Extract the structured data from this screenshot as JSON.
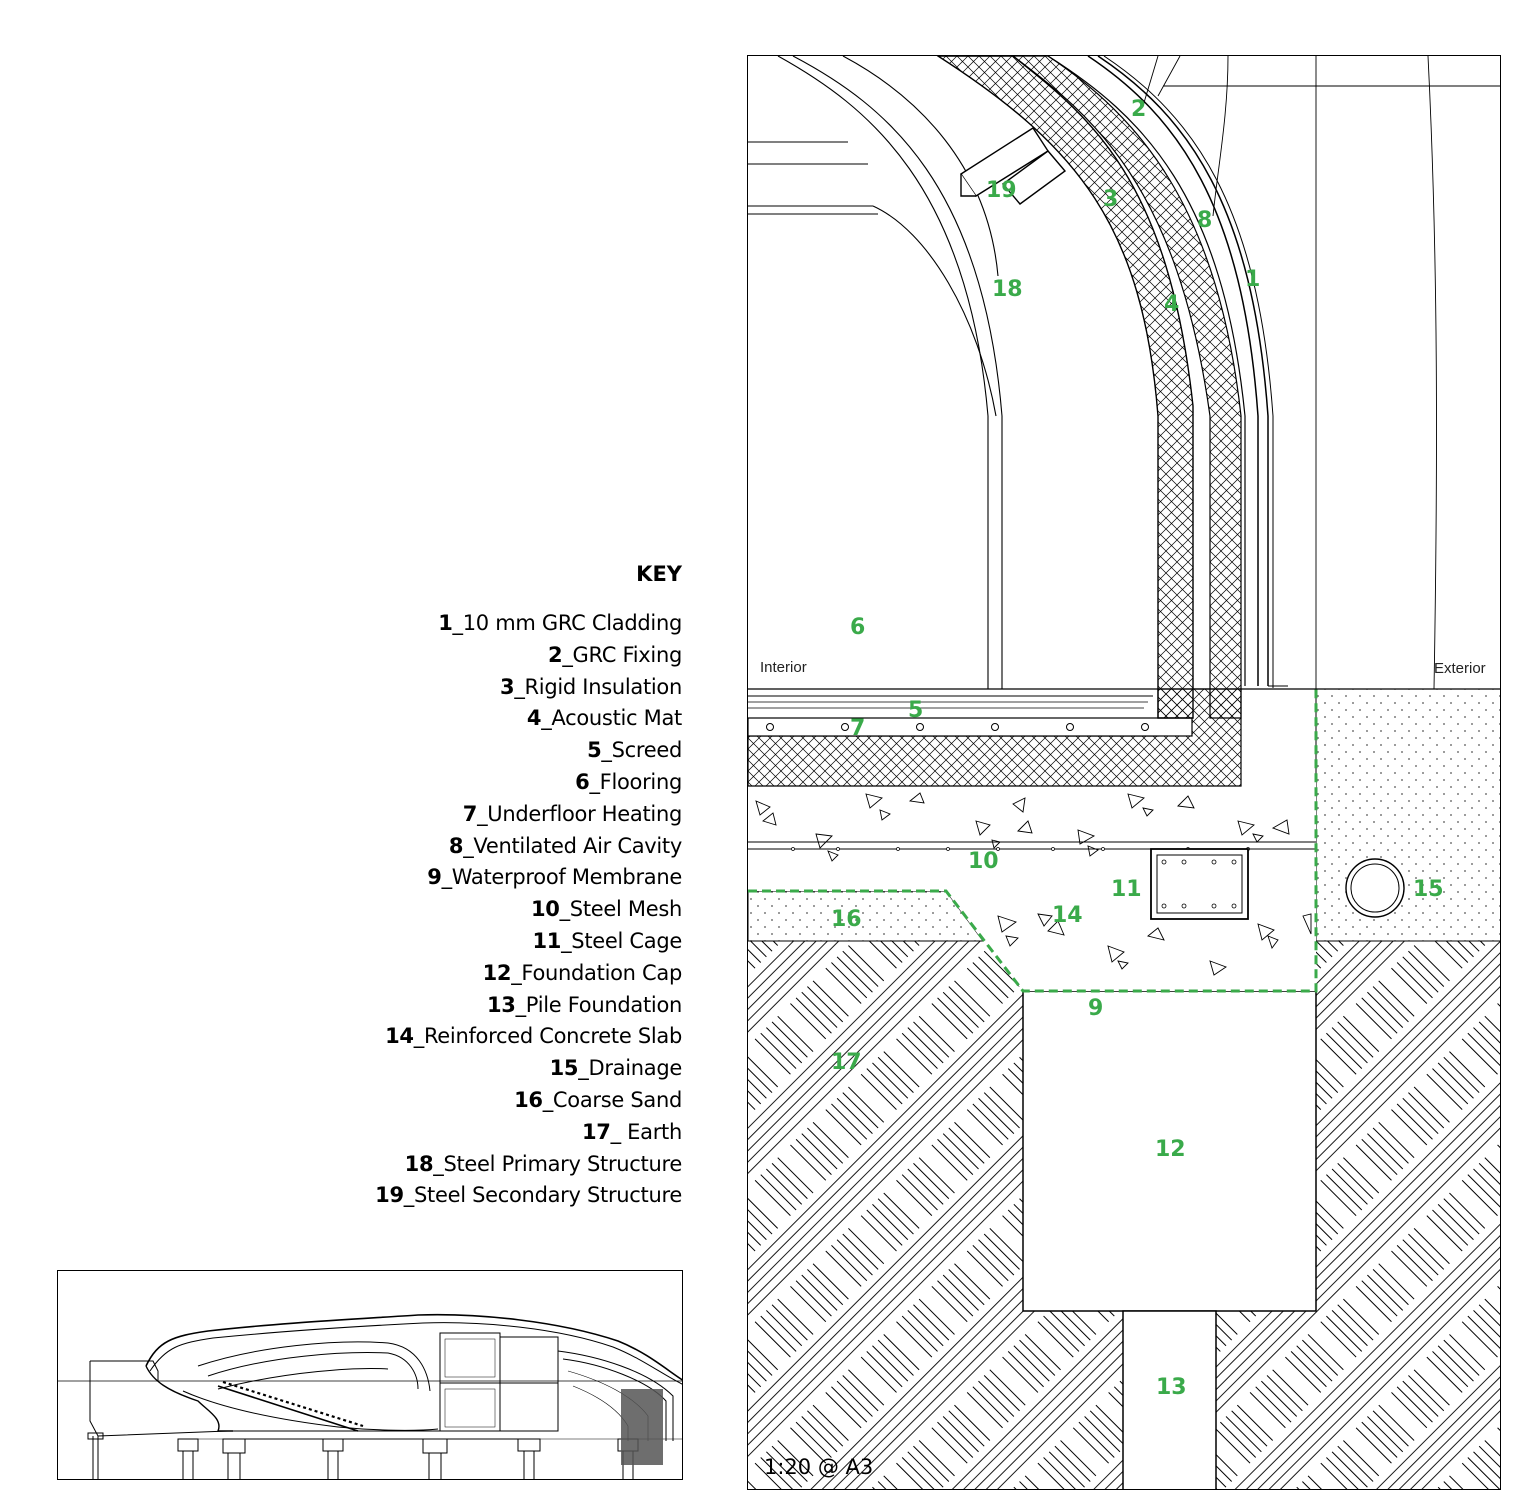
{
  "key": {
    "title": "KEY",
    "items": [
      {
        "num": "1",
        "label": "_10 mm GRC Cladding"
      },
      {
        "num": "2",
        "label": "_GRC Fixing"
      },
      {
        "num": "3",
        "label": "_Rigid Insulation"
      },
      {
        "num": "4",
        "label": "_Acoustic Mat"
      },
      {
        "num": "5",
        "label": "_Screed"
      },
      {
        "num": "6",
        "label": "_Flooring"
      },
      {
        "num": "7",
        "label": "_Underfloor Heating"
      },
      {
        "num": "8",
        "label": "_Ventilated Air Cavity"
      },
      {
        "num": "9",
        "label": "_Waterproof Membrane"
      },
      {
        "num": "10",
        "label": "_Steel Mesh"
      },
      {
        "num": "11",
        "label": "_Steel Cage"
      },
      {
        "num": "12",
        "label": "_Foundation Cap"
      },
      {
        "num": "13",
        "label": "_Pile Foundation"
      },
      {
        "num": "14",
        "label": "_Reinforced Concrete Slab"
      },
      {
        "num": "15",
        "label": "_Drainage"
      },
      {
        "num": "16",
        "label": "_Coarse Sand"
      },
      {
        "num": "17",
        "label": "_ Earth"
      },
      {
        "num": "18",
        "label": "_Steel Primary Structure"
      },
      {
        "num": "19",
        "label": "_Steel Secondary Structure"
      }
    ]
  },
  "detail": {
    "interior_label": "Interior",
    "exterior_label": "Exterior",
    "scale": "1:20 @ A3",
    "callouts": {
      "c1": "1",
      "c2": "2",
      "c3": "3",
      "c4": "4",
      "c5": "5",
      "c6": "6",
      "c7": "7",
      "c8": "8",
      "c9": "9",
      "c10": "10",
      "c11": "11",
      "c12": "12",
      "c13": "13",
      "c14": "14",
      "c15": "15",
      "c16": "16",
      "c17": "17",
      "c18": "18",
      "c19": "19"
    }
  },
  "colors": {
    "callout": "#3aaa4a",
    "line": "#000000",
    "highlight": "#555555"
  }
}
